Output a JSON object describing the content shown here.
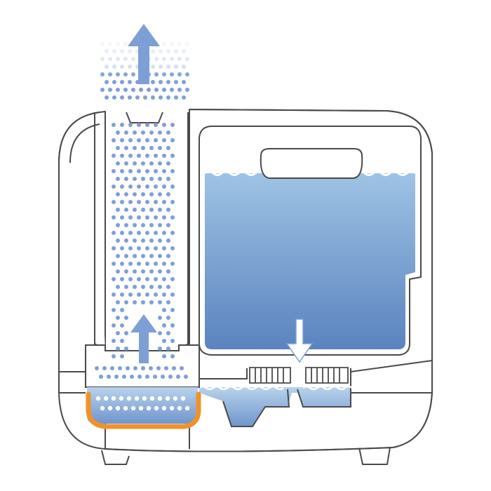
{
  "diagram": {
    "kind": "humidifier-cross-section",
    "labels": [],
    "colors": {
      "outline": "#4a4a4a",
      "housing_fill": "#ffffff",
      "water_top": "#9ec3e4",
      "water_bottom": "#5b83bf",
      "steam_dot_dark": "#7f9fd6",
      "steam_dot_light": "#c7d6ef",
      "arrow_blue": "#7e9fd6",
      "arrow_white": "#ffffff",
      "heater": "#f0922a"
    },
    "icons": [
      "steam-up-arrow",
      "water-down-arrow",
      "heating-element"
    ]
  }
}
